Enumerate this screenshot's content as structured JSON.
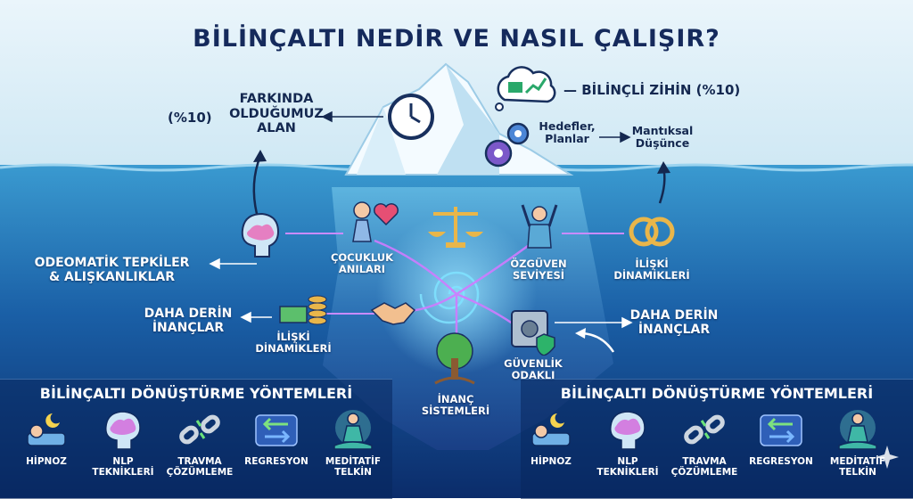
{
  "title": "BİLİNÇALTI NEDİR VE NASIL ÇALIŞIR?",
  "top": {
    "percent_left": "(%10)",
    "aware_area": [
      "FARKINDA",
      "OLDUĞUMUZ",
      "ALAN"
    ],
    "conscious_mind": "— BİLİNÇLİ ZİHİN (%10)",
    "goals": [
      "Hedefler,",
      "Planlar"
    ],
    "logic": [
      "Mantıksal",
      "Düşünce"
    ]
  },
  "deep": {
    "automatic": [
      "ODEOMATİK TEPKİLER",
      "& ALIŞKANLIKLAR"
    ],
    "deeper_left": [
      "DAHA DERİN",
      "İNANÇLAR"
    ],
    "deeper_right": [
      "DAHA DERİN",
      "İNANÇLAR"
    ],
    "childhood": [
      "ÇOCUKLUK",
      "ANILARI"
    ],
    "confidence": [
      "ÖZGÜVEN",
      "SEVİYESİ"
    ],
    "relations_right": [
      "İLİŞKİ",
      "DİNAMİKLERİ"
    ],
    "relations_left": [
      "İLİŞKİ",
      "DİNAMİKLERİ"
    ],
    "security": [
      "GÜVENLİK",
      "ODAKLI"
    ],
    "belief": [
      "İNANÇ",
      "SİSTEMLERİ"
    ]
  },
  "methods_title": "BİLİNÇALTI DÖNÜŞTÜRME YÖNTEMLERİ",
  "methods": [
    {
      "icon": "sleep-icon",
      "lines": [
        "HİPNOZ"
      ]
    },
    {
      "icon": "brain-icon",
      "lines": [
        "NLP",
        "TEKNİKLERİ"
      ]
    },
    {
      "icon": "broken-chain-icon",
      "lines": [
        "TRAVMA",
        "ÇÖZÜMLEME"
      ]
    },
    {
      "icon": "arrows-icon",
      "lines": [
        "REGRESYON"
      ]
    },
    {
      "icon": "meditation-icon",
      "lines": [
        "MEDİTATİF",
        "TELKİN"
      ]
    }
  ]
}
